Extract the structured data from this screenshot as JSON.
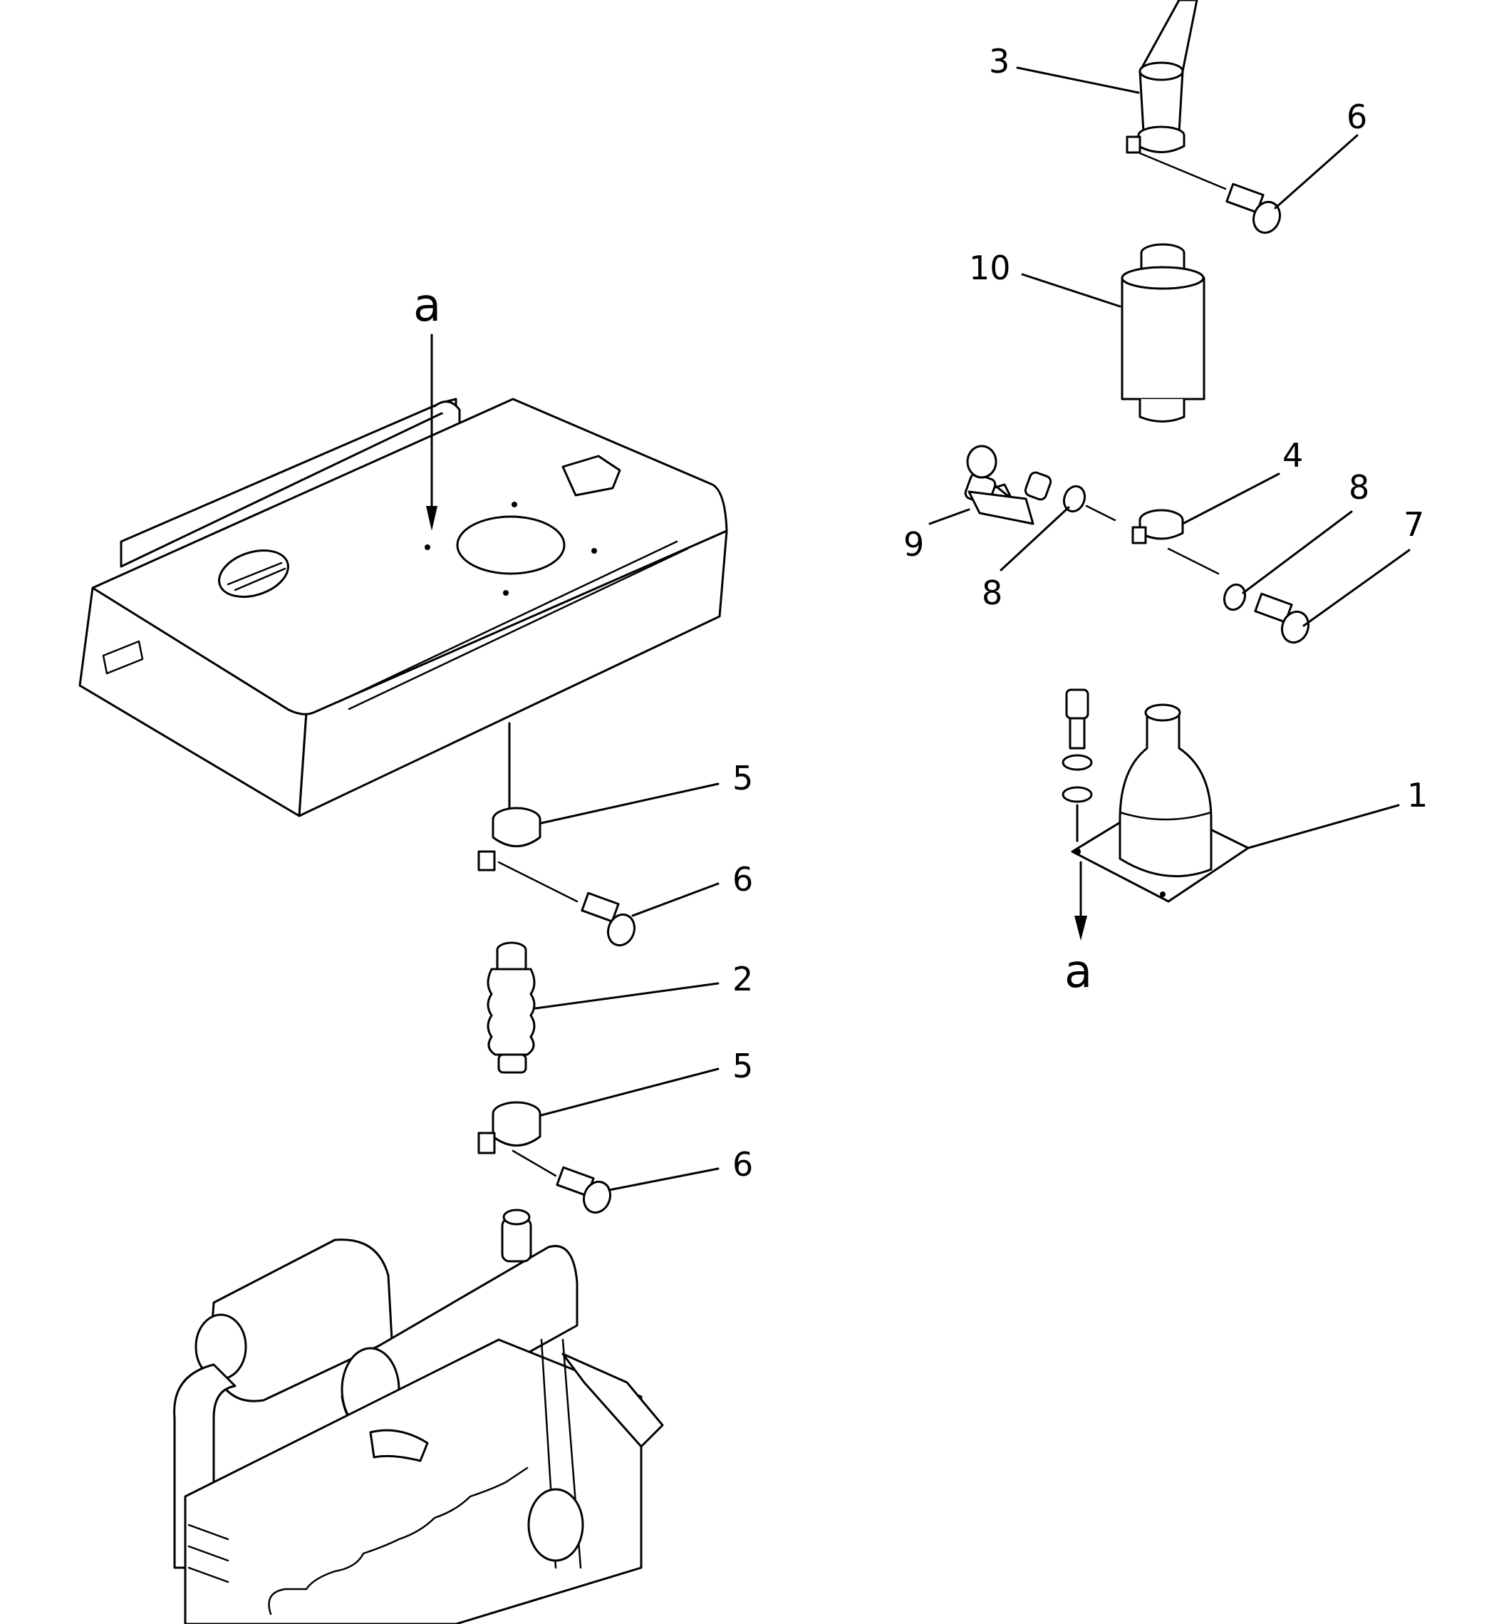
{
  "callouts": {
    "part_1": "1",
    "part_2": "2",
    "part_3": "3",
    "part_4": "4",
    "part_5_upper": "5",
    "part_5_lower": "5",
    "part_6_top": "6",
    "part_6_middle": "6",
    "part_6_bottom": "6",
    "part_7": "7",
    "part_8_left": "8",
    "part_8_right": "8",
    "part_9": "9",
    "part_10": "10"
  },
  "reference_marks": {
    "upper": "a",
    "lower": "a"
  }
}
